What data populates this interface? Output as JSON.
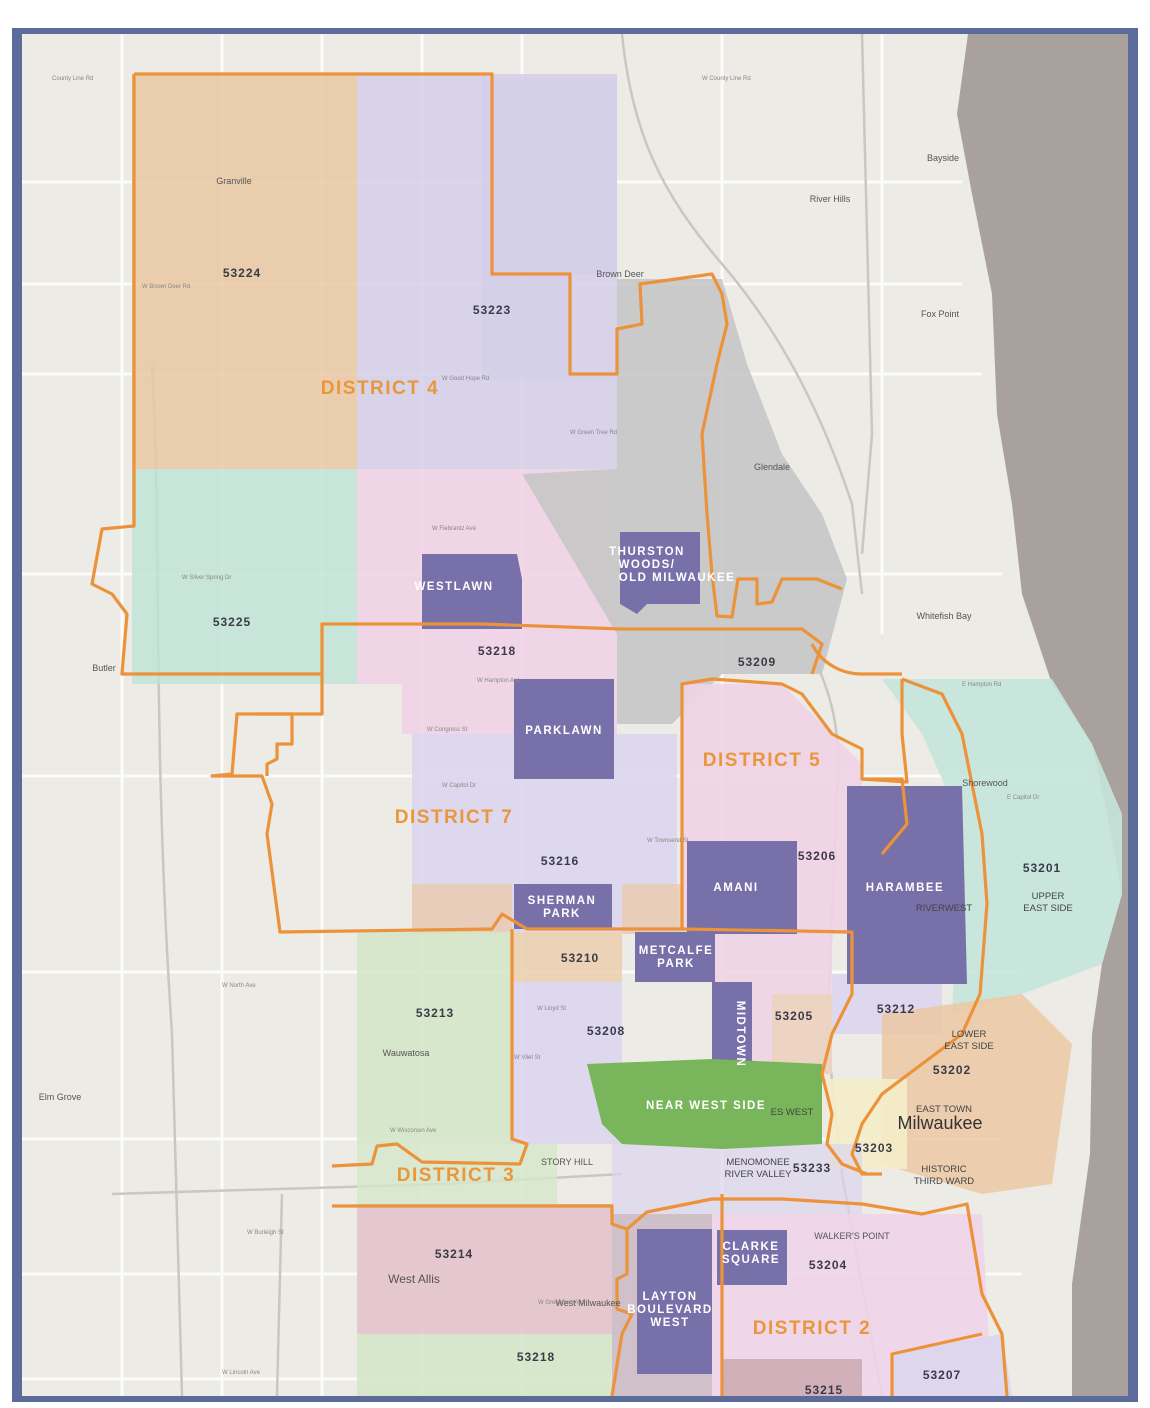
{
  "colors": {
    "frame": "#5b6c9a",
    "district_line": "#eb923a",
    "lake": "#a9a19d",
    "focus_hood": "#7870a8",
    "near_west_side": "#79b55a"
  },
  "districts": [
    {
      "label": "DISTRICT 4"
    },
    {
      "label": "DISTRICT 7"
    },
    {
      "label": "DISTRICT 5"
    },
    {
      "label": "DISTRICT 3"
    },
    {
      "label": "DISTRICT 2"
    }
  ],
  "zip_codes": [
    {
      "label": "53224"
    },
    {
      "label": "53223"
    },
    {
      "label": "53225"
    },
    {
      "label": "53218"
    },
    {
      "label": "53209"
    },
    {
      "label": "53216"
    },
    {
      "label": "53206"
    },
    {
      "label": "53201"
    },
    {
      "label": "53210"
    },
    {
      "label": "53212"
    },
    {
      "label": "53213"
    },
    {
      "label": "53208"
    },
    {
      "label": "53205"
    },
    {
      "label": "53202"
    },
    {
      "label": "53203"
    },
    {
      "label": "53233"
    },
    {
      "label": "53214"
    },
    {
      "label": "53204"
    },
    {
      "label": "53218"
    },
    {
      "label": "53207"
    },
    {
      "label": "53215"
    }
  ],
  "neighborhoods": [
    {
      "lines": [
        "THURSTON",
        "WOODS/",
        "OLD MILWAUKEE"
      ]
    },
    {
      "lines": [
        "WESTLAWN"
      ]
    },
    {
      "lines": [
        "PARKLAWN"
      ]
    },
    {
      "lines": [
        "AMANI"
      ]
    },
    {
      "lines": [
        "HARAMBEE"
      ]
    },
    {
      "lines": [
        "SHERMAN",
        "PARK"
      ]
    },
    {
      "lines": [
        "METCALFE",
        "PARK"
      ]
    },
    {
      "lines": [
        "MIDTOWN"
      ]
    },
    {
      "lines": [
        "NEAR WEST SIDE"
      ]
    },
    {
      "lines": [
        "CLARKE",
        "SQUARE"
      ]
    },
    {
      "lines": [
        "LAYTON",
        "BOULEVARD",
        "WEST"
      ]
    }
  ],
  "places": [
    {
      "label": "Granville"
    },
    {
      "label": "Brown Deer"
    },
    {
      "label": "River Hills"
    },
    {
      "label": "Bayside"
    },
    {
      "label": "Fox Point"
    },
    {
      "label": "Glendale"
    },
    {
      "label": "Whitefish Bay"
    },
    {
      "label": "Shorewood"
    },
    {
      "label": "Wauwatosa"
    },
    {
      "label": "Elm Grove"
    },
    {
      "label": "West Allis"
    },
    {
      "label": "West Milwaukee"
    },
    {
      "label": "Butler"
    },
    {
      "label": "STORY HILL"
    },
    {
      "label": "WALKER'S POINT"
    }
  ],
  "city": {
    "label": "Milwaukee"
  },
  "areas": [
    {
      "lines": [
        "LOWER",
        "EAST SIDE"
      ]
    },
    {
      "lines": [
        "EAST TOWN"
      ]
    },
    {
      "lines": [
        "HISTORIC",
        "THIRD WARD"
      ]
    },
    {
      "lines": [
        "UPPER",
        "EAST SIDE"
      ]
    },
    {
      "lines": [
        "RIVERWEST"
      ]
    },
    {
      "lines": [
        "MENOMONEE",
        "RIVER VALLEY"
      ]
    },
    {
      "lines": [
        "ES WEST"
      ]
    }
  ],
  "streets": [
    {
      "label": "County Line Rd"
    },
    {
      "label": "W County Line Rd"
    },
    {
      "label": "W Brown Deer Rd"
    },
    {
      "label": "W Good Hope Rd"
    },
    {
      "label": "W Green Tree Rd"
    },
    {
      "label": "W Fiebrantz Ave"
    },
    {
      "label": "W Silver Spring Dr"
    },
    {
      "label": "W Hampton Ave"
    },
    {
      "label": "W Congress St"
    },
    {
      "label": "W Capitol Dr"
    },
    {
      "label": "W Townsend St"
    },
    {
      "label": "W North Ave"
    },
    {
      "label": "W Lloyd St"
    },
    {
      "label": "W Vliet St"
    },
    {
      "label": "W Wisconsin Ave"
    },
    {
      "label": "W Greenfield Ave"
    },
    {
      "label": "W Lincoln Ave"
    },
    {
      "label": "W Burleigh St"
    },
    {
      "label": "E Hampton Rd"
    },
    {
      "label": "E Capitol Dr"
    }
  ]
}
